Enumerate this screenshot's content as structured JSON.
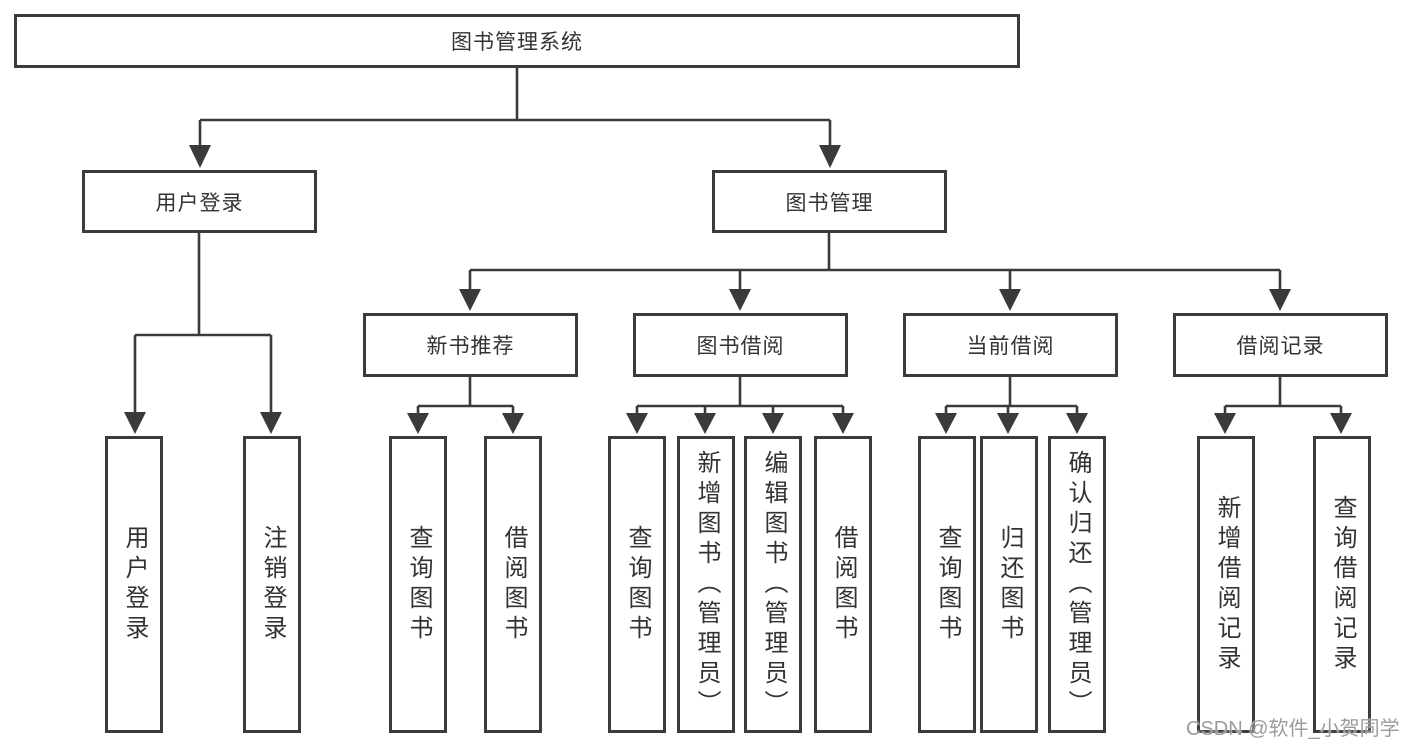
{
  "colors": {
    "line": "#3a3a3a",
    "box_border": "#3b3b3b",
    "text": "#333333",
    "watermark_text": "#9c9c9c",
    "background": "#ffffff"
  },
  "tree": {
    "root": "图书管理系统",
    "children": [
      {
        "label": "用户登录",
        "children": [
          {
            "label": "用户登录"
          },
          {
            "label": "注销登录"
          }
        ]
      },
      {
        "label": "图书管理",
        "children": [
          {
            "label": "新书推荐",
            "children": [
              {
                "label": "查询图书"
              },
              {
                "label": "借阅图书"
              }
            ]
          },
          {
            "label": "图书借阅",
            "children": [
              {
                "label": "查询图书"
              },
              {
                "label": "新增图书（管理员）"
              },
              {
                "label": "编辑图书（管理员）"
              },
              {
                "label": "借阅图书"
              }
            ]
          },
          {
            "label": "当前借阅",
            "children": [
              {
                "label": "查询图书"
              },
              {
                "label": "归还图书"
              },
              {
                "label": "确认归还（管理员）"
              }
            ]
          },
          {
            "label": "借阅记录",
            "children": [
              {
                "label": "新增借阅记录"
              },
              {
                "label": "查询借阅记录"
              }
            ]
          }
        ]
      }
    ]
  },
  "watermark": "CSDN @软件_小贺同学"
}
